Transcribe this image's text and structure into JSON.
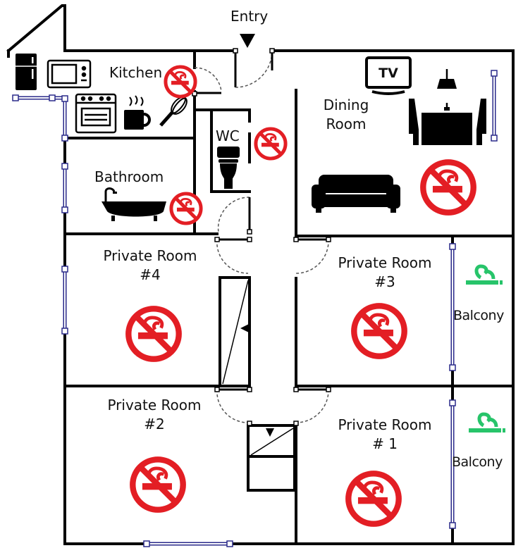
{
  "labels": {
    "entry": "Entry",
    "kitchen": "Kitchen",
    "wc": "WC",
    "bathroom": "Bathroom",
    "tv": "TV",
    "dining_line1": "Dining",
    "dining_line2": "Room",
    "room4_line1": "Private Room",
    "room4_line2": "#4",
    "room3_line1": "Private Room",
    "room3_line2": "#3",
    "room2_line1": "Private Room",
    "room2_line2": "#2",
    "room1_line1": "Private Room",
    "room1_line2": "# 1",
    "balcony_upper": "Balcony",
    "balcony_lower": "Balcony"
  },
  "colors": {
    "wall": "#000000",
    "window": "#2a2a8a",
    "no_smoking": "#e31e24",
    "smoking_area": "#27c46a",
    "icon": "#000000"
  },
  "icons": {
    "no_smoking": "no-smoking-icon",
    "smoking_allowed": "smoking-area-icon",
    "fridge": "fridge-icon",
    "microwave": "microwave-icon",
    "stove": "stove-icon",
    "mug": "hot-mug-icon",
    "whisk": "whisk-icon",
    "toilet": "toilet-icon",
    "bathtub": "bathtub-icon",
    "tv": "tv-icon",
    "dining_set": "dining-table-icon",
    "sofa": "sofa-icon"
  }
}
